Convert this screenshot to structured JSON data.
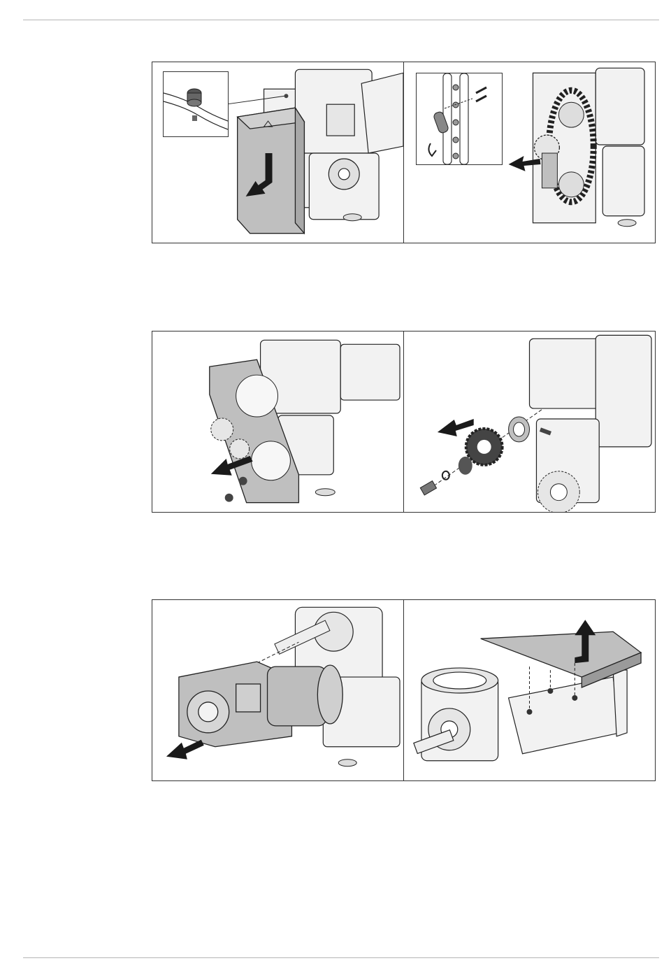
{
  "page": {
    "figures": [
      {
        "id": "cover-removal",
        "icon": "cover-arrow-icon"
      },
      {
        "id": "chain-removal",
        "icon": "chain-link-icon"
      },
      {
        "id": "housing-plate-removal",
        "icon": "plate-arrow-icon"
      },
      {
        "id": "sprocket-removal",
        "icon": "sprocket-icon"
      },
      {
        "id": "gear-motor-removal",
        "icon": "motor-arrow-icon"
      },
      {
        "id": "top-plate-removal",
        "icon": "lift-arrow-icon"
      }
    ],
    "colors": {
      "line": "#222222",
      "part_highlight": "#bfbfbf",
      "metal": "#e6e6e6",
      "arrow": "#1a1a1a",
      "rule": "#b5b5b5"
    }
  }
}
